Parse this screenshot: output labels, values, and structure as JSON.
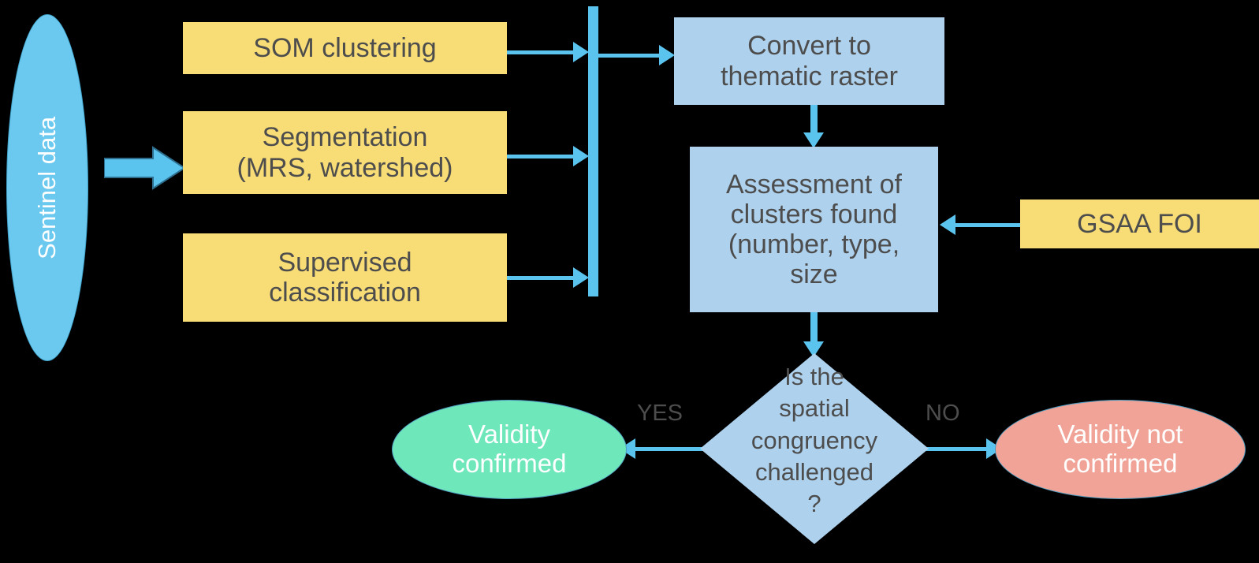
{
  "diagram": {
    "title": "Sentinel data cluster validity assessment flowchart",
    "background": "#000000",
    "colors": {
      "yellow_box": "#F8DD77",
      "blue_box": "#AED2EE",
      "sentinel_blue": "#6BC9F0",
      "green_ellipse": "#6EE7BB",
      "salmon_ellipse": "#F0A396",
      "connector": "#5BC4EE",
      "text_dark": "#4D4D4D",
      "text_light": "#FFFFFF"
    }
  },
  "nodes": {
    "sentinel": {
      "label": "Sentinel data",
      "shape": "ellipse"
    },
    "som": {
      "label": "SOM clustering",
      "shape": "rect"
    },
    "segmentation": {
      "label": "Segmentation\n(MRS, watershed)",
      "shape": "rect"
    },
    "supervised": {
      "label": "Supervised\nclassification",
      "shape": "rect"
    },
    "convert": {
      "label": "Convert to\nthematic raster",
      "shape": "rect"
    },
    "assessment": {
      "label": "Assessment of\nclusters found\n(number, type,\nsize",
      "shape": "rect"
    },
    "gsaa": {
      "label": "GSAA FOI",
      "shape": "rect"
    },
    "decision": {
      "label": "Is the\nspatial\ncongruency\nchallenged\n?",
      "shape": "diamond"
    },
    "validity_confirmed": {
      "label": "Validity\nconfirmed",
      "shape": "ellipse"
    },
    "validity_not_confirmed": {
      "label": "Validity not\nconfirmed",
      "shape": "ellipse"
    }
  },
  "edge_labels": {
    "yes": "YES",
    "no": "NO"
  },
  "edges": [
    {
      "from": "sentinel",
      "to": "segmentation",
      "style": "block-arrow"
    },
    {
      "from": "som",
      "to": "collector-bar",
      "style": "arrow"
    },
    {
      "from": "segmentation",
      "to": "collector-bar",
      "style": "arrow"
    },
    {
      "from": "supervised",
      "to": "collector-bar",
      "style": "arrow"
    },
    {
      "from": "collector-bar",
      "to": "convert",
      "style": "arrow"
    },
    {
      "from": "convert",
      "to": "assessment",
      "style": "arrow"
    },
    {
      "from": "gsaa",
      "to": "assessment",
      "style": "arrow"
    },
    {
      "from": "assessment",
      "to": "decision",
      "style": "arrow"
    },
    {
      "from": "decision",
      "to": "validity_confirmed",
      "style": "arrow",
      "label": "YES"
    },
    {
      "from": "decision",
      "to": "validity_not_confirmed",
      "style": "arrow",
      "label": "NO"
    }
  ]
}
